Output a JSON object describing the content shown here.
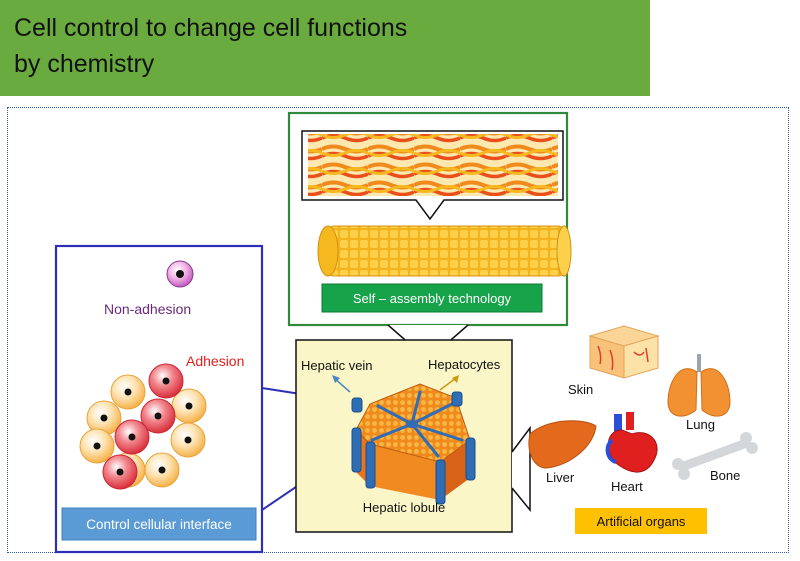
{
  "title": {
    "line1": "Cell control to change cell functions",
    "line2": "by chemistry"
  },
  "labels": {
    "non_adhesion": "Non-adhesion",
    "adhesion": "Adhesion",
    "control_interface": "Control cellular interface",
    "self_assembly": "Self – assembly technology",
    "hepatic_vein": "Hepatic vein",
    "hepatocytes": "Hepatocytes",
    "hepatic_lobule": "Hepatic lobule",
    "artificial_organs": "Artificial organs",
    "skin": "Skin",
    "lung": "Lung",
    "liver": "Liver",
    "heart": "Heart",
    "bone": "Bone"
  },
  "colors": {
    "banner": "#6aab3f",
    "blue_frame": "#2e2fb8",
    "green_frame": "#2f8a3a",
    "non_adhesion_text": "#6a2a7a",
    "adhesion_text": "#e0201f",
    "interface_button": "#5b9bd5",
    "self_assembly_button": "#16a34a",
    "artificial_organs_badge": "#ffc000",
    "lobule_panel": "#fbf6c8"
  },
  "icons": [
    "non-adhesion-cell-icon",
    "cell-cluster-icon",
    "fiber-bundle-icon",
    "fiber-rod-icon",
    "hepatic-lobule-icon",
    "skin-icon",
    "lung-icon",
    "liver-icon",
    "heart-icon",
    "bone-icon"
  ]
}
